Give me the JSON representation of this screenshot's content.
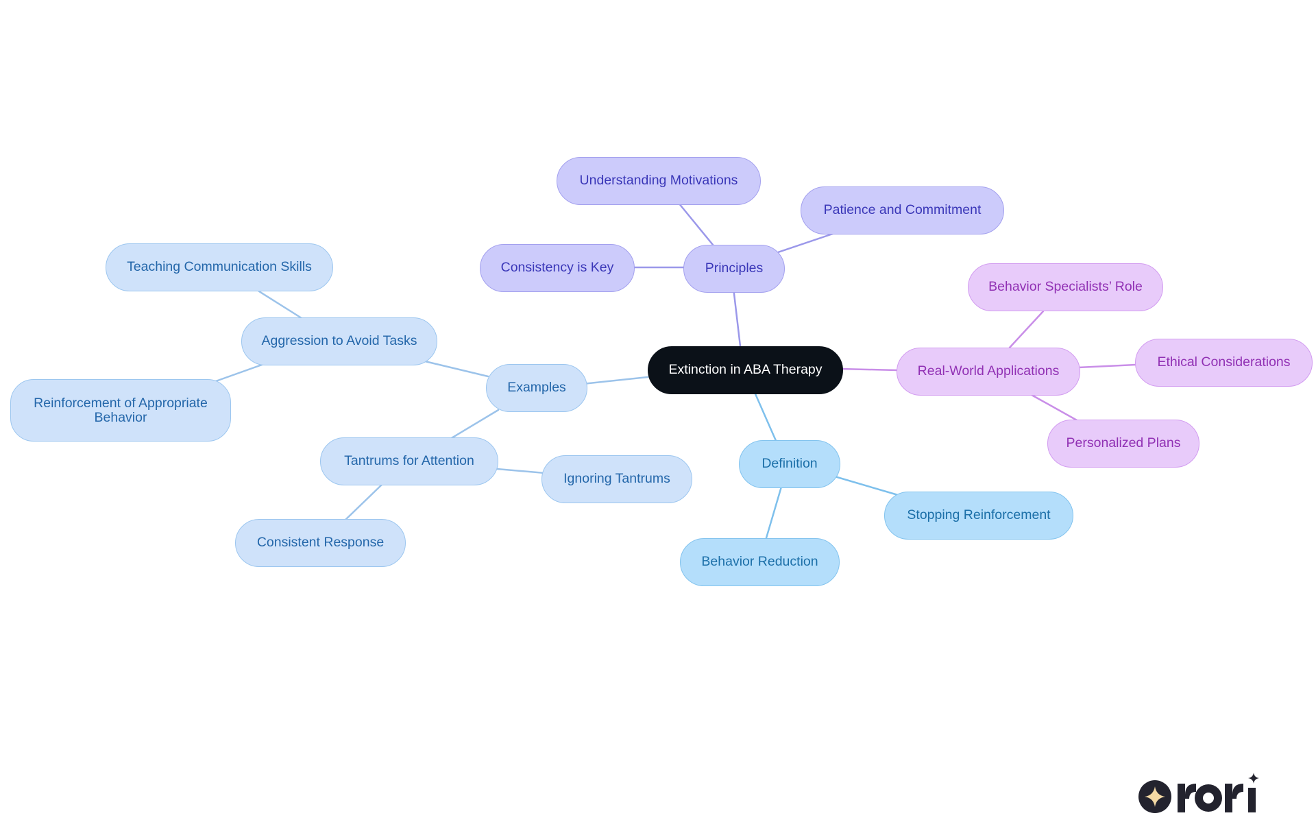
{
  "diagram": {
    "root": {
      "label": "Extinction in ABA Therapy"
    },
    "branches": {
      "principles": {
        "label": "Principles",
        "children": [
          "Understanding Motivations",
          "Patience and Commitment",
          "Consistency is Key"
        ]
      },
      "real_world": {
        "label": "Real-World Applications",
        "children": [
          "Behavior Specialists’ Role",
          "Ethical Considerations",
          "Personalized Plans"
        ]
      },
      "definition": {
        "label": "Definition",
        "children": [
          "Stopping Reinforcement",
          "Behavior Reduction"
        ]
      },
      "examples": {
        "label": "Examples",
        "children": [
          {
            "label": "Aggression to Avoid Tasks",
            "children": [
              "Teaching Communication Skills",
              "Reinforcement of Appropriate Behavior"
            ]
          },
          {
            "label": "Tantrums for Attention",
            "children": [
              "Ignoring Tantrums",
              "Consistent Response"
            ]
          }
        ]
      }
    },
    "colors": {
      "root": "#0b1118",
      "principles": "#cccbfb",
      "real_world": "#e8cbfa",
      "definition": "#b4defb",
      "examples": "#cfe2fa"
    }
  },
  "logo": {
    "wordmark": "rori",
    "icon": "sparkle-icon"
  }
}
